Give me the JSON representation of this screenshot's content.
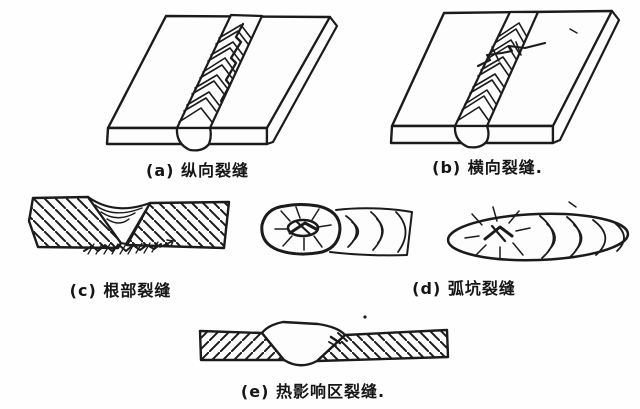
{
  "figures": {
    "a": {
      "label": "(a) 纵向裂缝"
    },
    "b": {
      "label": "(b) 横向裂缝."
    },
    "c": {
      "label": "(c) 根部裂缝"
    },
    "d": {
      "label": "(d) 弧坑裂缝"
    },
    "e": {
      "label": "(e) 热影响区裂缝."
    }
  },
  "colors": {
    "ink": "#1b1b1b",
    "background": "#fefefe"
  }
}
